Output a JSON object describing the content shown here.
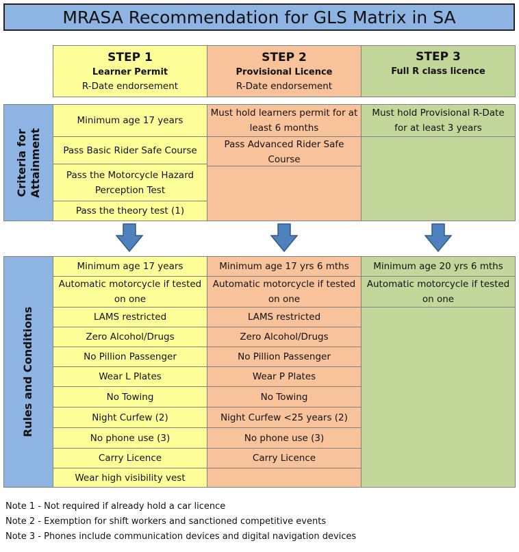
{
  "title": "MRASA Recommendation for GLS Matrix in SA",
  "steps": [
    {
      "step": "STEP 1",
      "name": "Learner Permit",
      "endorsement": "R-Date endorsement"
    },
    {
      "step": "STEP 2",
      "name": "Provisional Licence",
      "endorsement": "R-Date endorsement"
    },
    {
      "step": "STEP 3",
      "name": "Full R class licence",
      "endorsement": ""
    }
  ],
  "criteria": {
    "label": "Criteria for Attainment",
    "step1": [
      "Minimum age 17 years",
      "Pass Basic Rider Safe Course",
      "Pass the Motorcycle Hazard Perception Test",
      "Pass the theory test (1)"
    ],
    "step2": [
      "Must hold learners permit for at least 6 months",
      "Pass Advanced Rider Safe Course"
    ],
    "step3": [
      "Must hold Provisional R-Date for at least 3 years"
    ]
  },
  "rules": {
    "label": "Rules and Conditions",
    "step1": [
      "Minimum age 17 years",
      "Automatic motorcycle if tested on one",
      "LAMS restricted",
      "Zero Alcohol/Drugs",
      "No Pillion Passenger",
      "Wear L Plates",
      "No Towing",
      "Night Curfew (2)",
      "No phone use (3)",
      "Carry Licence",
      "Wear high visibility vest"
    ],
    "step2": [
      "Minimum age 17 yrs 6 mths",
      "Automatic motorcycle if tested on one",
      "LAMS restricted",
      "Zero Alcohol/Drugs",
      "No Pillion Passenger",
      "Wear P Plates",
      "No Towing",
      "Night Curfew <25 years (2)",
      "No phone use (3)",
      "Carry Licence"
    ],
    "step3": [
      "Minimum age 20 yrs 6 mths",
      "Automatic motorcycle if tested on one"
    ]
  },
  "notes": [
    "Note 1 - Not required if already hold a car licence",
    "Note 2 - Exemption for shift workers and sanctioned competitive events",
    "Note 3 - Phones include communication devices and digital navigation devices"
  ],
  "colors": {
    "step1": "#ffff99",
    "step2": "#f8c29a",
    "step3": "#c4d79b",
    "side": "#8eb4e3",
    "arrow": "#4f81bd"
  },
  "icons": {
    "arrow": "down-arrow-icon"
  }
}
